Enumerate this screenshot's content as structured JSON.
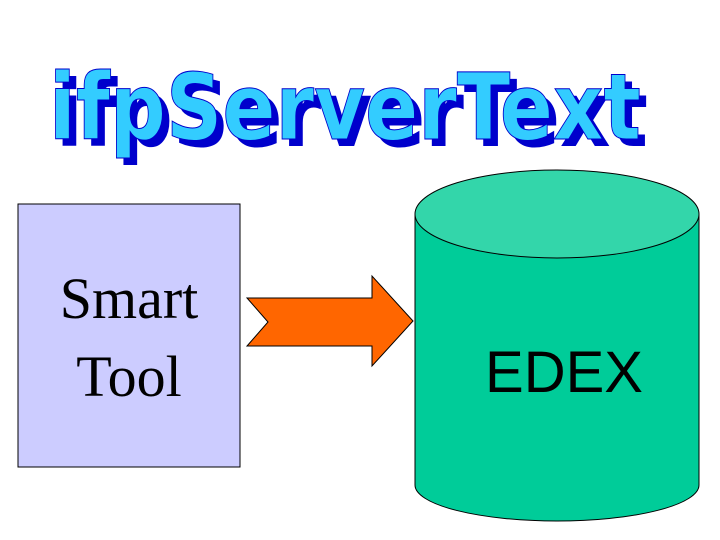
{
  "title": {
    "text": "ifpServerText",
    "fill": "#33ccff",
    "shadow": "#0000cc"
  },
  "smart_tool_box": {
    "line1": "Smart",
    "line2": "Tool",
    "fill": "#ccccff"
  },
  "connector_arrow": {
    "fill": "#ff6600"
  },
  "database": {
    "label": "EDEX",
    "body_fill": "#00cc99",
    "top_fill": "#33d6aa"
  }
}
